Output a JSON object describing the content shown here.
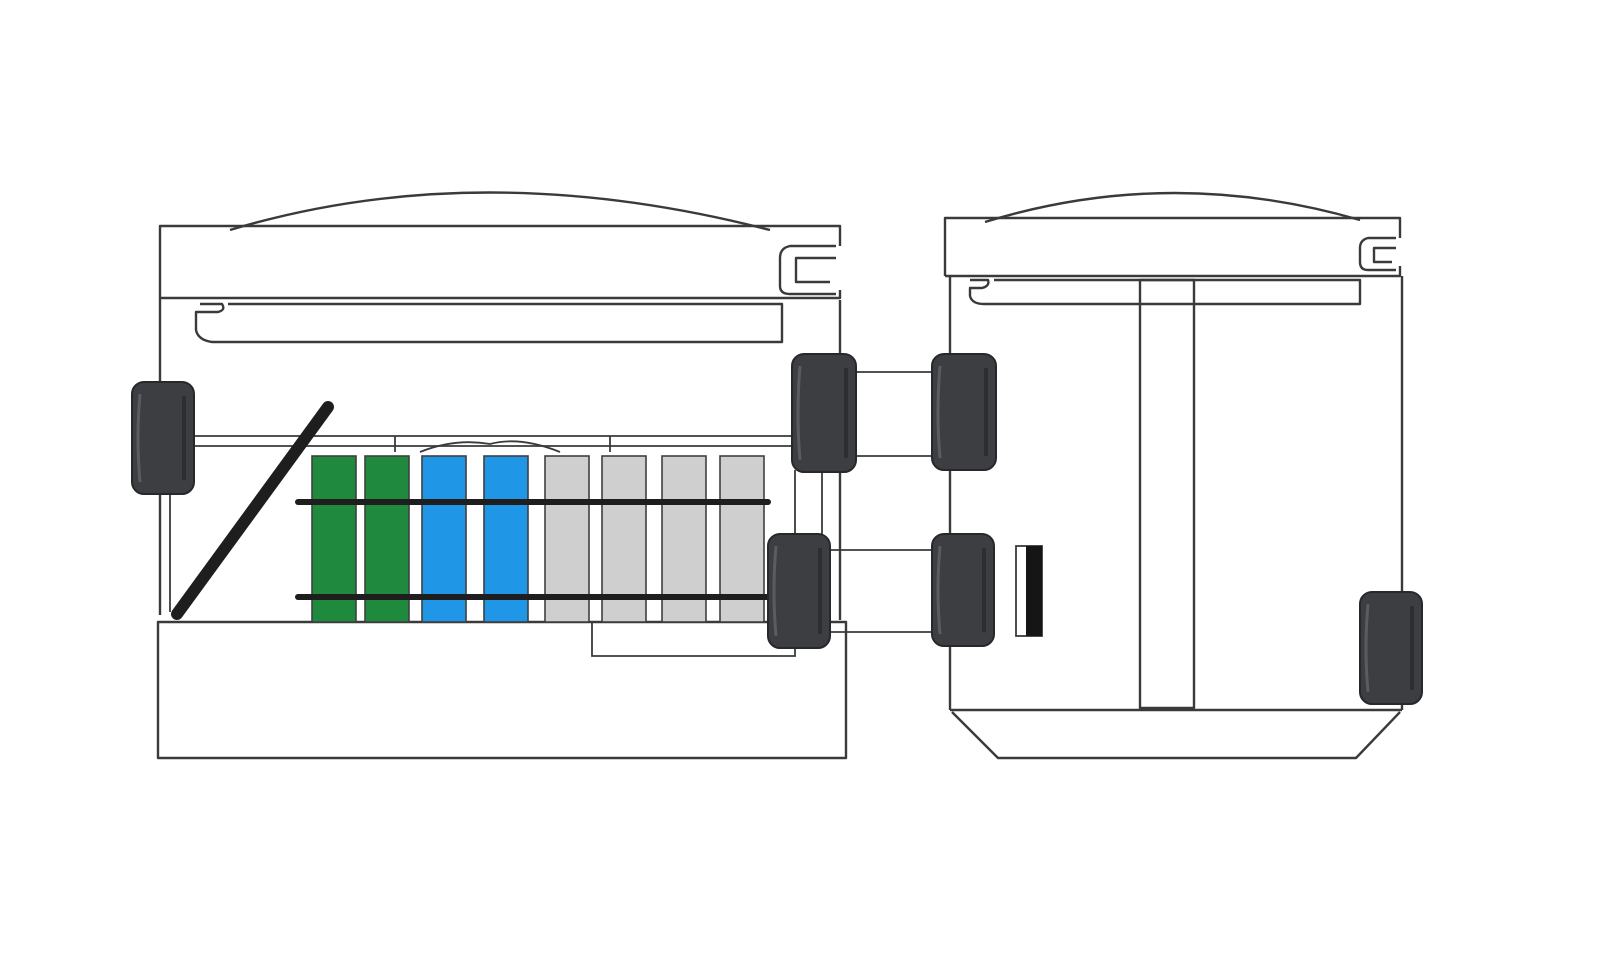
{
  "diagram": {
    "colors": {
      "background": "#ffffff",
      "outline": "#3a3a3a",
      "roller": "#3c3e42",
      "roller_edge": "#26282b",
      "rail": "#1e1e1e",
      "tray_green": "#1f8a3e",
      "tray_blue": "#1f96e6",
      "tray_grey": "#cfcfcf"
    },
    "left_unit": {
      "trays": [
        "green",
        "green",
        "blue",
        "blue",
        "grey",
        "grey",
        "grey",
        "grey"
      ]
    },
    "labels": []
  }
}
